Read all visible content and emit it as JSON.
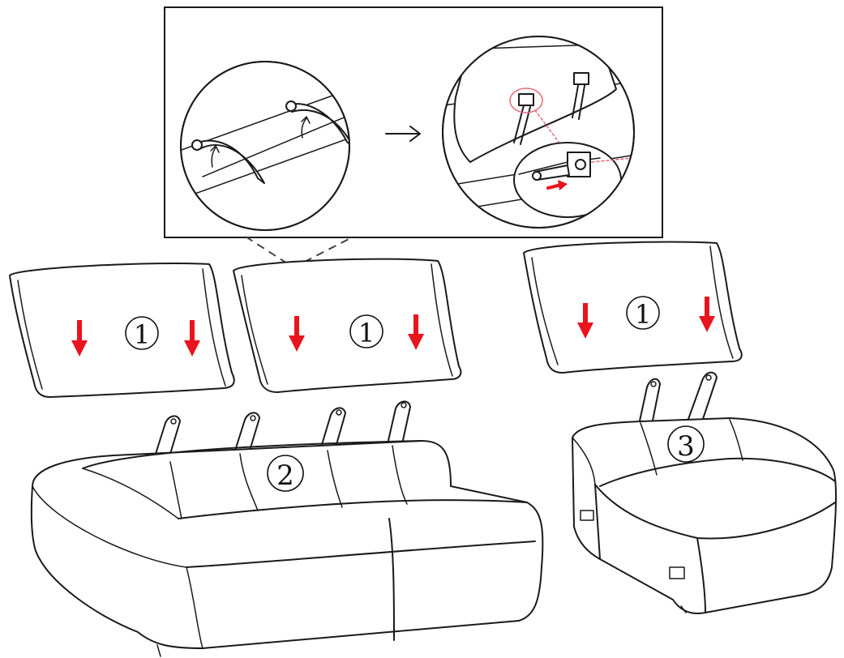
{
  "step_markers": {
    "cushion_left": "1",
    "cushion_middle": "1",
    "cushion_right": "1",
    "two_seat_sofa": "2",
    "corner_module": "3"
  },
  "colors": {
    "line": "#1a1a1a",
    "arrow": "#e8141e",
    "highlight_ring": "#e86a7a",
    "dashed_connector": "#444444"
  },
  "icons": {
    "detail_arrow": "right-arrow-icon",
    "push_down_arrow": "down-arrow-icon",
    "slide_arrow": "right-arrow-icon"
  }
}
